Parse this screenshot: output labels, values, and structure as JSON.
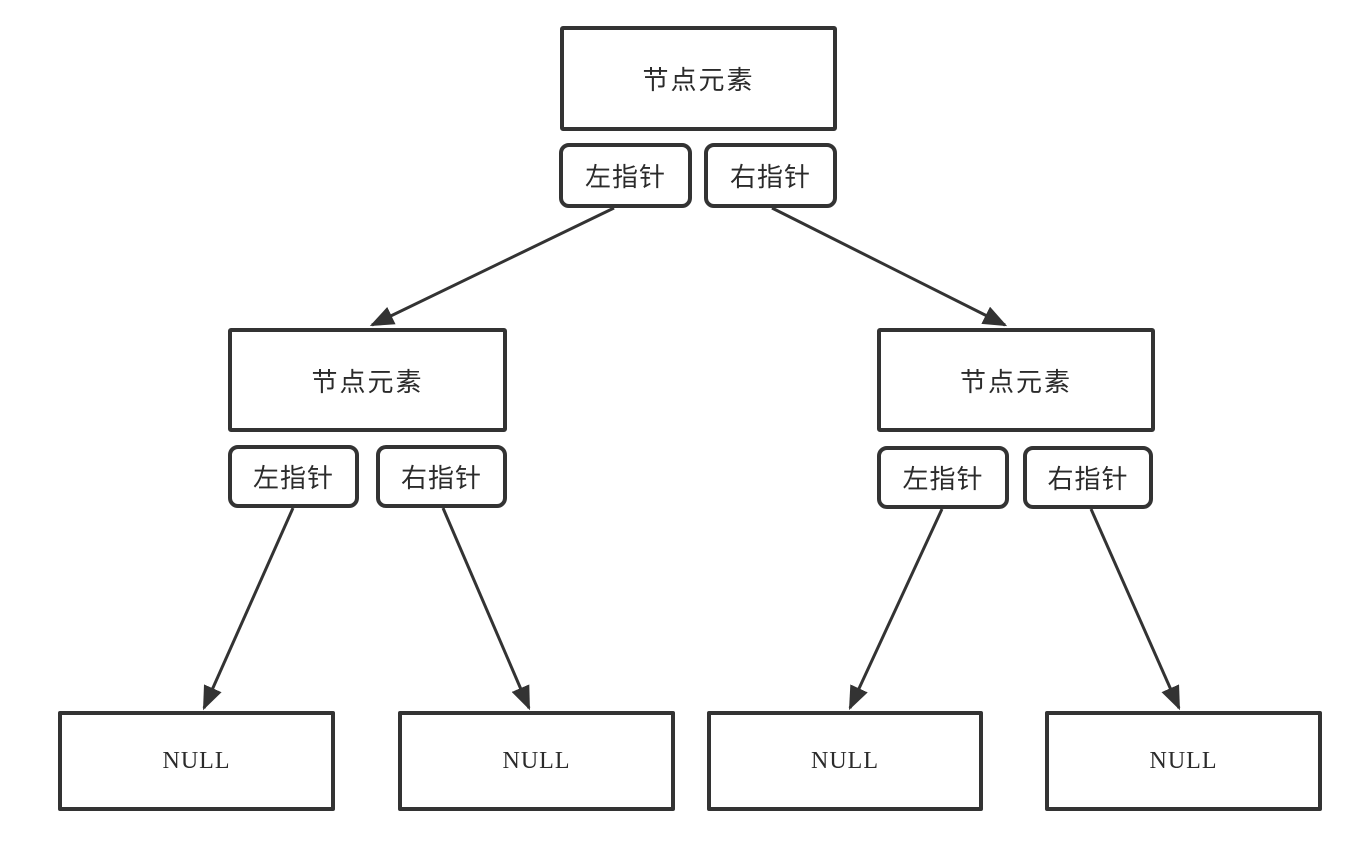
{
  "diagram": {
    "type": "binary-tree-node-structure",
    "root": {
      "label": "节点元素",
      "left_pointer": "左指针",
      "right_pointer": "右指针"
    },
    "left_child": {
      "label": "节点元素",
      "left_pointer": "左指针",
      "right_pointer": "右指针"
    },
    "right_child": {
      "label": "节点元素",
      "left_pointer": "左指针",
      "right_pointer": "右指针"
    },
    "leaves": [
      "NULL",
      "NULL",
      "NULL",
      "NULL"
    ],
    "colors": {
      "border": "#333333",
      "text": "#2b2b2b",
      "arrow": "#333333",
      "background": "#ffffff"
    }
  }
}
